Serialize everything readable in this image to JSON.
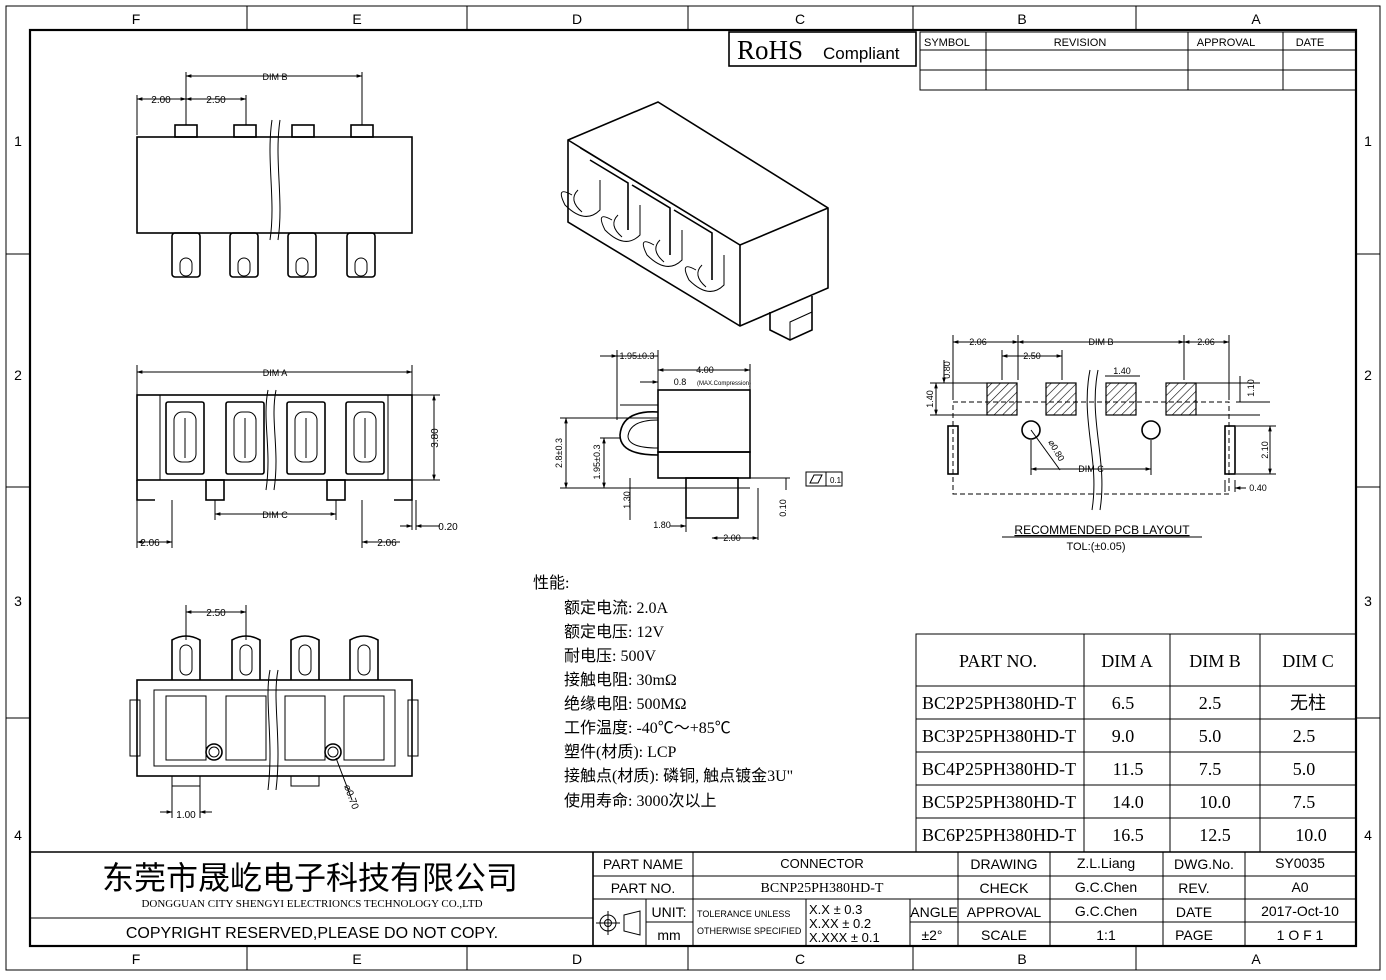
{
  "border": {
    "columns": [
      "F",
      "E",
      "D",
      "C",
      "B",
      "A"
    ],
    "rows": [
      "1",
      "2",
      "3",
      "4"
    ]
  },
  "rohs": {
    "big": "RoHS",
    "small": "Compliant"
  },
  "revision_table": {
    "headers": [
      "SYMBOL",
      "REVISION",
      "APPROVAL",
      "DATE"
    ]
  },
  "dims": {
    "dim_b": "DIM B",
    "dim_a": "DIM A",
    "dim_c": "DIM C",
    "v200": "2.00",
    "v250": "2.50",
    "v206": "2.06",
    "v380": "3.80",
    "v020": "0.20",
    "v100": "1.00",
    "v070": "⌀0.70",
    "s_195": "1.95±0.3",
    "s_400": "4.00",
    "s_08": "0.8",
    "s_08_note": "(MAX.Compression)",
    "s_28": "2.8±0.3",
    "s_195v": "1.95±0.3",
    "s_130": "1.30",
    "s_180": "1.80",
    "s_200": "2.00",
    "s_010": "0.10",
    "s_tol": "0.1",
    "p_206a": "2.06",
    "p_206b": "2.06",
    "p_250": "2.50",
    "p_140": "1.40",
    "p_080": "0.80",
    "p_140v": "1.40",
    "p_110": "1.10",
    "p_210": "2.10",
    "p_040": "0.40",
    "p_hole": "⌀0.80"
  },
  "pcb": {
    "title": "RECOMMENDED PCB LAYOUT",
    "tol": "TOL:(±0.05)"
  },
  "specs": {
    "heading": "性能:",
    "lines": [
      "额定电流: 2.0A",
      "额定电压: 12V",
      "耐电压: 500V",
      "接触电阻: 30mΩ",
      "绝缘电阻: 500MΩ",
      "工作温度: -40℃～+85℃",
      "塑件(材质): LCP",
      "接触点(材质): 磷铜, 触点镀金3U\"",
      "使用寿命: 3000次以上"
    ]
  },
  "part_table": {
    "headers": [
      "PART NO.",
      "DIM A",
      "DIM B",
      "DIM C"
    ],
    "rows": [
      [
        "BC2P25PH380HD-T",
        "6.5",
        "2.5",
        "无柱"
      ],
      [
        "BC3P25PH380HD-T",
        "9.0",
        "5.0",
        "2.5"
      ],
      [
        "BC4P25PH380HD-T",
        "11.5",
        "7.5",
        "5.0"
      ],
      [
        "BC5P25PH380HD-T",
        "14.0",
        "10.0",
        "7.5"
      ],
      [
        "BC6P25PH380HD-T",
        "16.5",
        "12.5",
        "10.0"
      ]
    ]
  },
  "title_block": {
    "company_cn": "东莞市晟屹电子科技有限公司",
    "company_en": "DONGGUAN CITY SHENGYI ELECTRIONCS TECHNOLOGY CO.,LTD",
    "copyright": "COPYRIGHT RESERVED,PLEASE DO NOT COPY.",
    "part_name_label": "PART NAME",
    "part_name": "CONNECTOR",
    "part_no_label": "PART NO.",
    "part_no": "BCNP25PH380HD-T",
    "unit_label": "UNIT:",
    "unit": "mm",
    "tol1": "TOLERANCE UNLESS",
    "tol2": "OTHERWISE SPECIFIED",
    "tol_x": "X.X ± 0.3",
    "tol_xx": "X.XX ± 0.2",
    "tol_xxx": "X.XXX ± 0.1",
    "angle_label": "ANGLE",
    "angle": "±2°",
    "drawing_label": "DRAWING",
    "drawing": "Z.L.Liang",
    "check_label": "CHECK",
    "check": "G.C.Chen",
    "approval_label": "APPROVAL",
    "approval": "G.C.Chen",
    "scale_label": "SCALE",
    "scale": "1:1",
    "dwg_label": "DWG.No.",
    "dwg": "SY0035",
    "rev_label": "REV.",
    "rev": "A0",
    "date_label": "DATE",
    "date": "2017-Oct-10",
    "page_label": "PAGE",
    "page": "1 O F 1"
  }
}
